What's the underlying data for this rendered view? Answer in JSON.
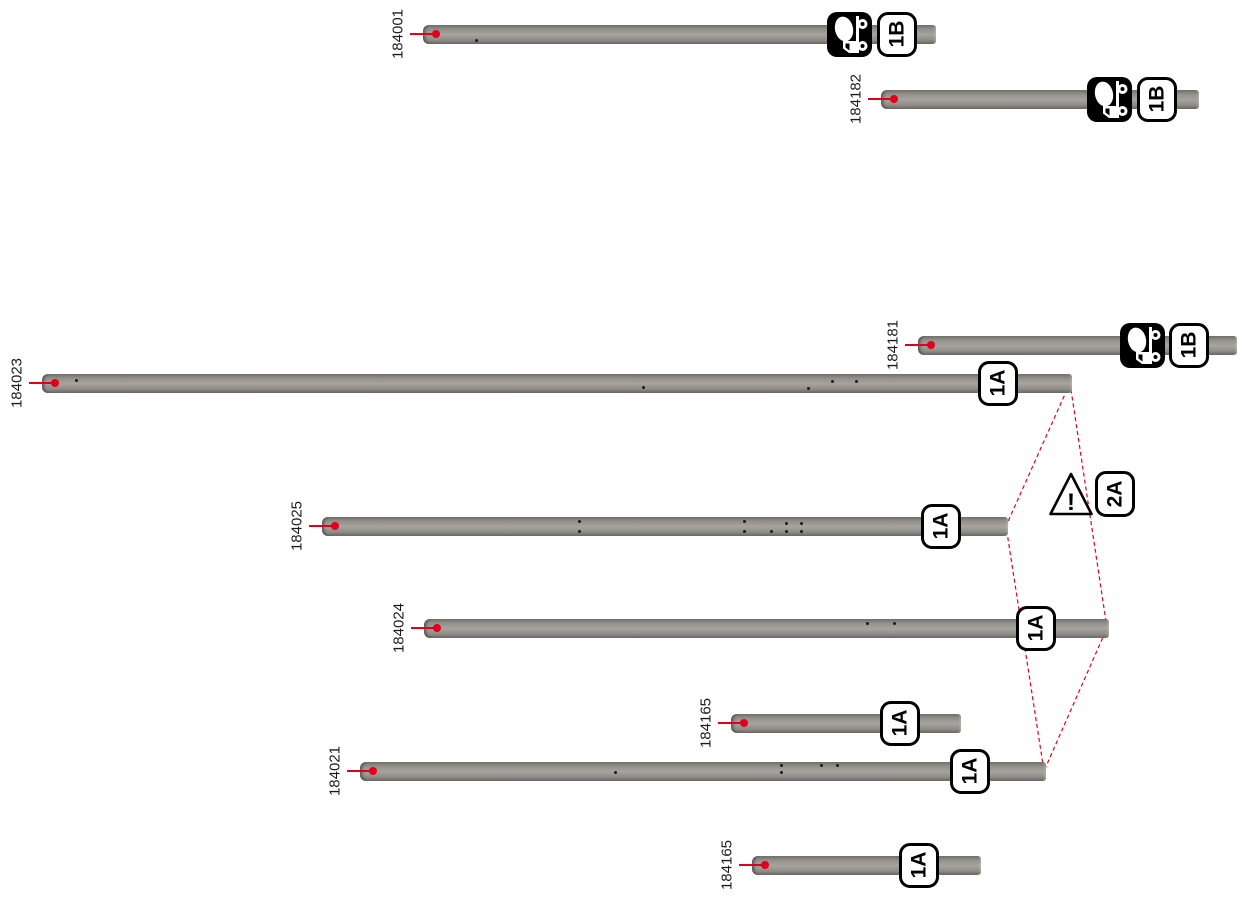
{
  "diagram": {
    "poles": [
      {
        "id": "184001",
        "badge": "1B",
        "icon": "concrete-mixer-truck-icon"
      },
      {
        "id": "184182",
        "badge": "1B",
        "icon": "concrete-mixer-truck-icon"
      },
      {
        "id": "184181",
        "badge": "1B",
        "icon": "concrete-mixer-truck-icon"
      },
      {
        "id": "184023",
        "badge": "1A"
      },
      {
        "id": "184025",
        "badge": "1A"
      },
      {
        "id": "184024",
        "badge": "1A"
      },
      {
        "id": "184165",
        "badge": "1A"
      },
      {
        "id": "184021",
        "badge": "1A"
      },
      {
        "id": "184165",
        "badge": "1A"
      }
    ],
    "group_warning": {
      "icon": "warning-triangle-icon",
      "symbol": "!",
      "badge": "2A",
      "linked_pole_indices": [
        3,
        4,
        7,
        5
      ]
    }
  },
  "icons": {
    "pole_marker": "marker-dot-icon",
    "truck": "concrete-mixer-truck-icon",
    "warning": "warning-triangle-icon"
  },
  "colors": {
    "marker": "#e3001b",
    "link_line": "#e3001b",
    "badge_border": "#000000",
    "truck_icon_bg": "#000000"
  }
}
